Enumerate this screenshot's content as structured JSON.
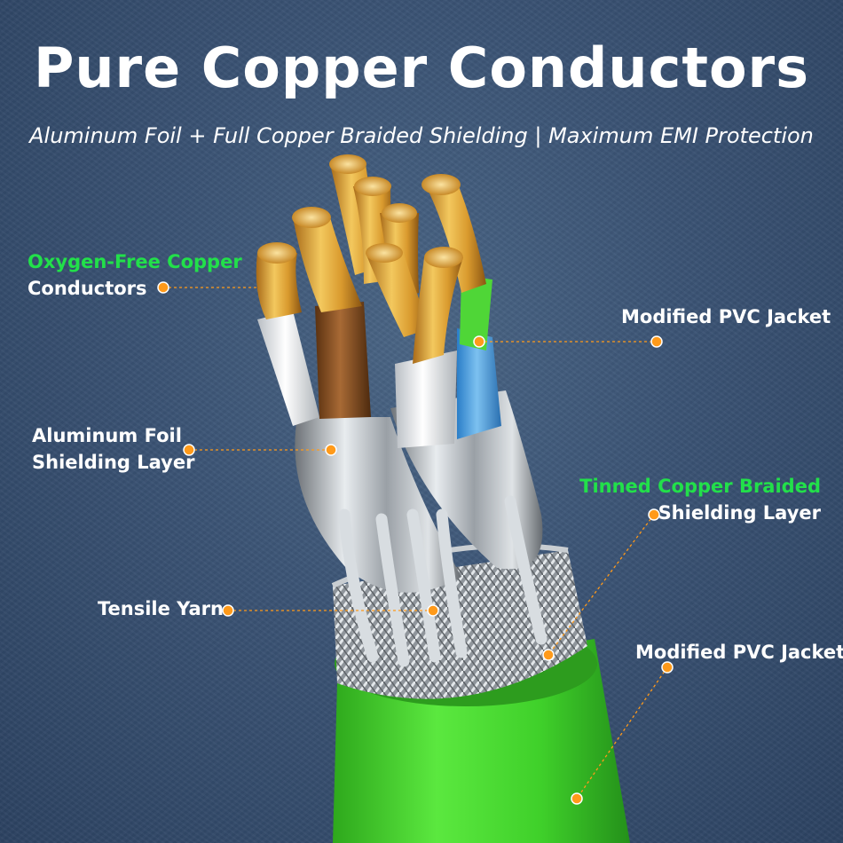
{
  "header": {
    "title": "Pure Copper Conductors",
    "subtitle": "Aluminum Foil + Full Copper Braided Shielding | Maximum EMI Protection"
  },
  "labels": {
    "oxygen_free": {
      "highlight": "Oxygen-Free Copper",
      "text": "Conductors"
    },
    "pvc_jacket_top": {
      "text": "Modified PVC Jacket"
    },
    "aluminum_foil": {
      "line1": "Aluminum Foil",
      "line2": "Shielding Layer"
    },
    "tinned_copper": {
      "highlight": "Tinned Copper Braided",
      "text": "Shielding Layer"
    },
    "tensile_yarn": {
      "text": "Tensile Yarn"
    },
    "pvc_jacket_bottom": {
      "text": "Modified PVC Jacket"
    }
  },
  "colors": {
    "highlight": "#22e04a",
    "leader_dot": "#ff9a1a",
    "jacket_green": "#3fd62b",
    "copper": "#d9a23a"
  }
}
